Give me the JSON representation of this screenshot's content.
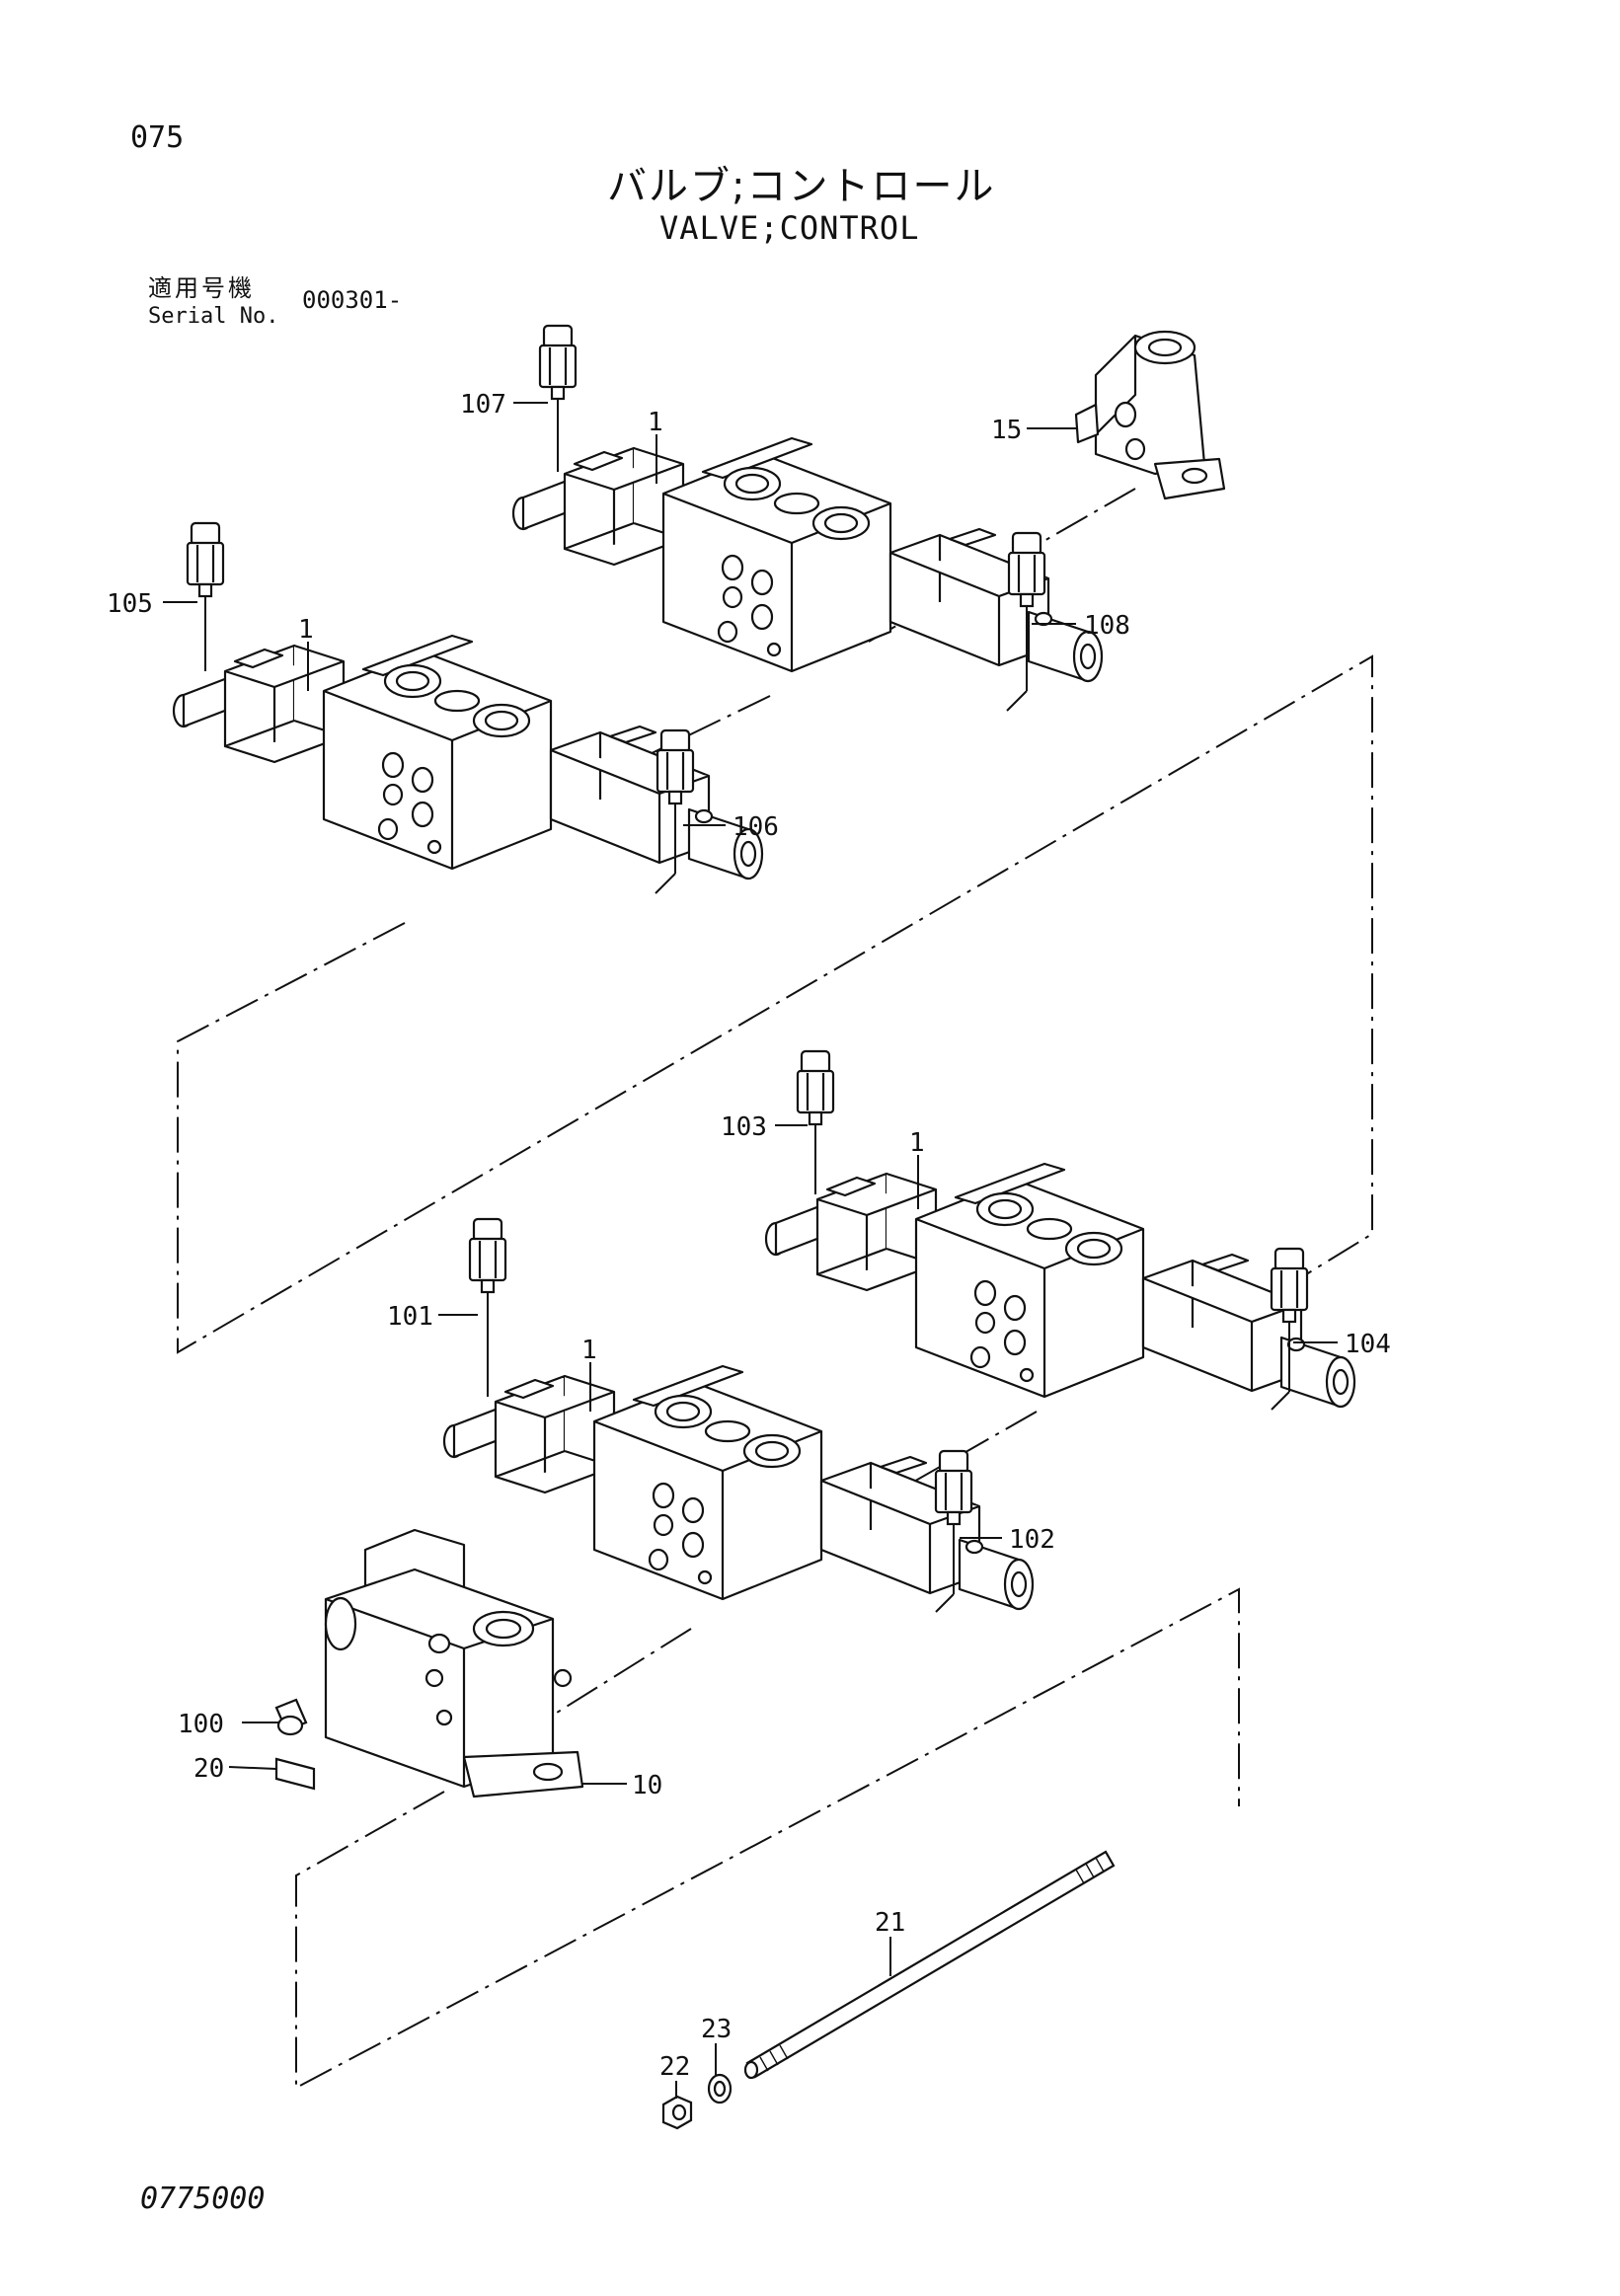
{
  "header": {
    "page_number": "075",
    "title_jp": "バルブ;コントロール",
    "title_en": "VALVE;CONTROL",
    "serial_label_jp": "適用号機",
    "serial_label_en": "Serial No.",
    "serial_value": "000301-"
  },
  "footer": {
    "figure_code": "0775000"
  },
  "callouts": [
    {
      "id": "c107",
      "label": "107"
    },
    {
      "id": "c1a",
      "label": "1"
    },
    {
      "id": "c15",
      "label": "15"
    },
    {
      "id": "c105",
      "label": "105"
    },
    {
      "id": "c1b",
      "label": "1"
    },
    {
      "id": "c108",
      "label": "108"
    },
    {
      "id": "c106",
      "label": "106"
    },
    {
      "id": "c103",
      "label": "103"
    },
    {
      "id": "c1c",
      "label": "1"
    },
    {
      "id": "c101",
      "label": "101"
    },
    {
      "id": "c1d",
      "label": "1"
    },
    {
      "id": "c104",
      "label": "104"
    },
    {
      "id": "c102",
      "label": "102"
    },
    {
      "id": "c100",
      "label": "100"
    },
    {
      "id": "c20",
      "label": "20"
    },
    {
      "id": "c10",
      "label": "10"
    },
    {
      "id": "c21",
      "label": "21"
    },
    {
      "id": "c23",
      "label": "23"
    },
    {
      "id": "c22",
      "label": "22"
    }
  ]
}
